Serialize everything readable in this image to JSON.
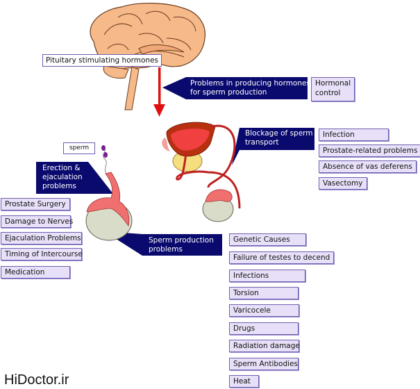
{
  "brain": {
    "label": "Pituitary stimulating hormones"
  },
  "hormonal": {
    "callout": [
      "Problems in producing hormones",
      "for sperm production"
    ],
    "label_lines": [
      "Hormonal",
      "control"
    ]
  },
  "blockage": {
    "callout": [
      "Blockage of sperm",
      "transport"
    ],
    "causes": [
      "Infection",
      "Prostate-related problems",
      "Absence of vas deferens",
      "Vasectomy"
    ]
  },
  "erection": {
    "sperm_label": "sperm",
    "callout": [
      "Erection &",
      "ejaculation",
      "problems"
    ],
    "causes": [
      "Prostate Surgery",
      "Damage to Nerves",
      "Ejaculation Problems",
      "Timing of Intercourse",
      "Medication"
    ]
  },
  "production": {
    "callout": [
      "Sperm production",
      "problems"
    ],
    "causes": [
      "Genetic Causes",
      "Failure of testes to decend",
      "Infections",
      "Torsion",
      "Varicocele",
      "Drugs",
      "Radiation damage",
      "Sperm Antibodies",
      "Heat"
    ]
  },
  "watermark": "HiDoctor.ir",
  "colors": {
    "callout_bg": "#0a0a6e",
    "box_bg": "#e8e0f8",
    "box_border": "#7060b0",
    "arrow": "#e01010",
    "brain": "#f5b98a"
  }
}
